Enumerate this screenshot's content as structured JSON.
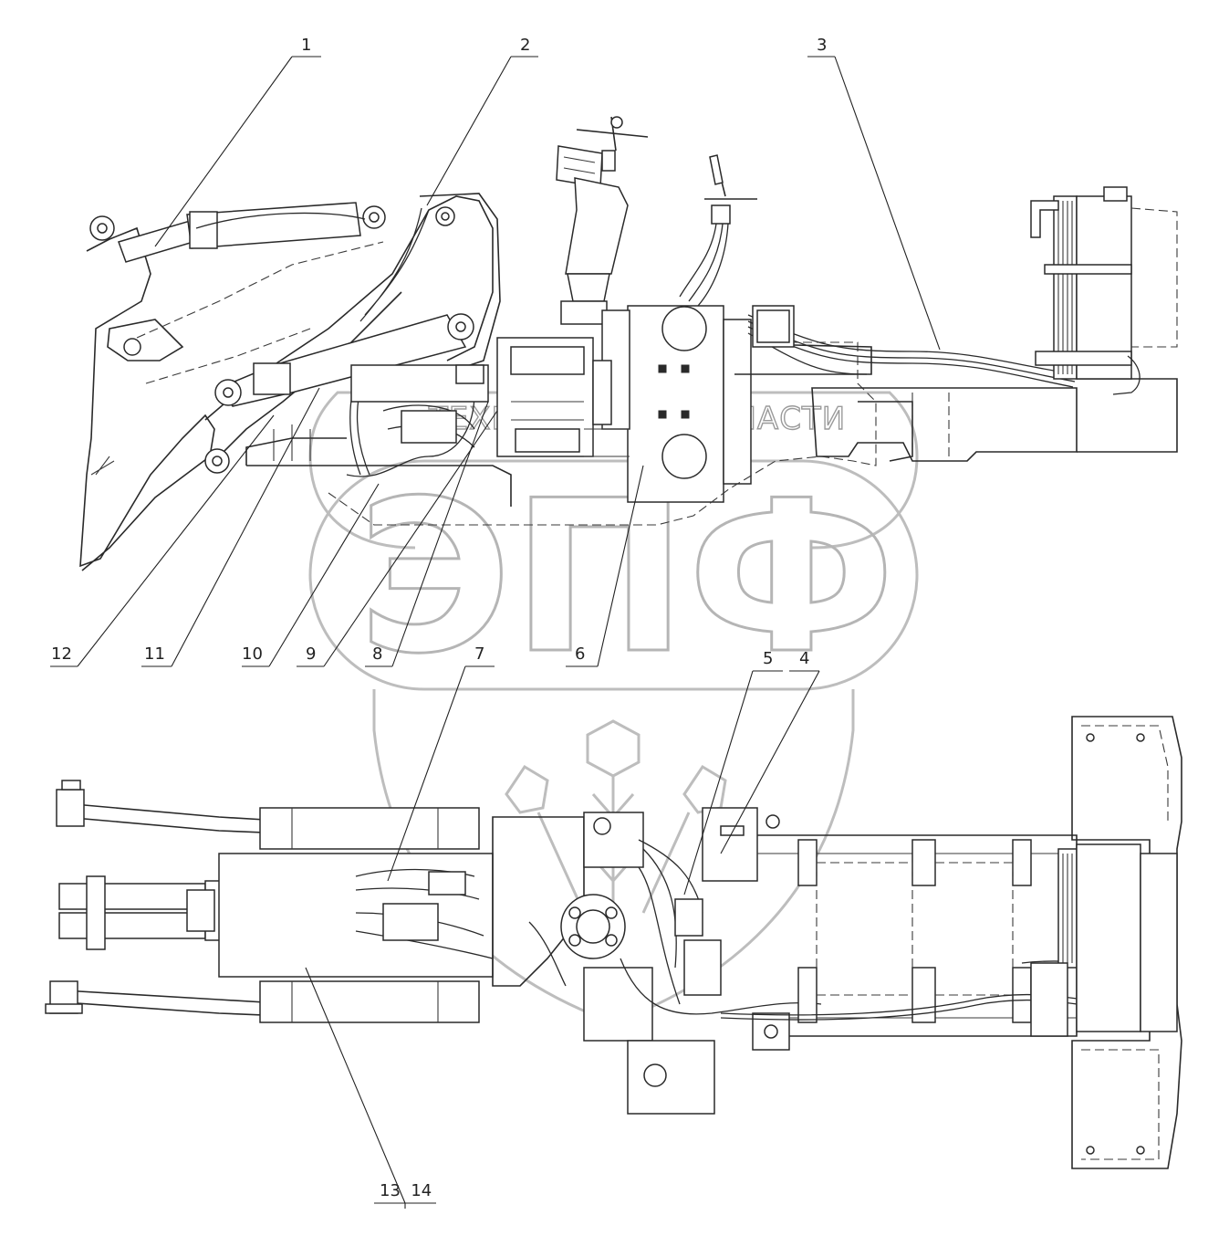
{
  "watermark": {
    "brand_text": "ЭПФ",
    "subtitle_left": "ТЕХНИКА",
    "subtitle_right": "ЗАПЧАСТИ",
    "badge_color": "#bdbdbd"
  },
  "callouts": [
    {
      "id": "1",
      "label": "1"
    },
    {
      "id": "2",
      "label": "2"
    },
    {
      "id": "3",
      "label": "3"
    },
    {
      "id": "4",
      "label": "4"
    },
    {
      "id": "5",
      "label": "5"
    },
    {
      "id": "6",
      "label": "6"
    },
    {
      "id": "7",
      "label": "7"
    },
    {
      "id": "8",
      "label": "8"
    },
    {
      "id": "9",
      "label": "9"
    },
    {
      "id": "10",
      "label": "10"
    },
    {
      "id": "11",
      "label": "11"
    },
    {
      "id": "12",
      "label": "12"
    },
    {
      "id": "13-14",
      "label": "13  14"
    }
  ],
  "views": {
    "side_view": "side",
    "top_view": "top"
  },
  "line_color": "#2a2a2a"
}
